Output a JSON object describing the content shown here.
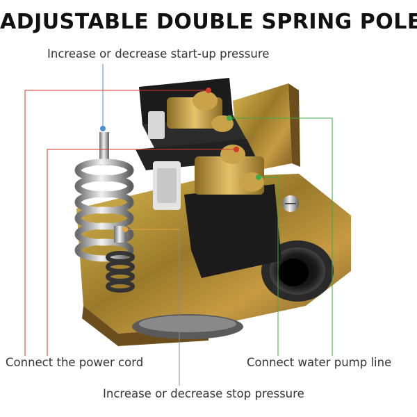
{
  "title": "ADJUSTABLE DOUBLE SPRING POLE",
  "labels": {
    "startup_pressure": "Increase or decrease start-up pressure",
    "power_cord": "Connect the power cord",
    "pump_line": "Connect water pump line",
    "stop_pressure": "Increase or decrease stop pressure"
  },
  "colors": {
    "leader_blue": "#4a8fd6",
    "leader_red": "#d23a2a",
    "leader_green": "#3fa84a",
    "leader_orange": "#e6a23c",
    "leader_gray": "#888888",
    "metal_gold": "#b99a3c",
    "plastic_black": "#1b1b1b"
  },
  "icons": [
    "pressure-switch-illustration"
  ]
}
